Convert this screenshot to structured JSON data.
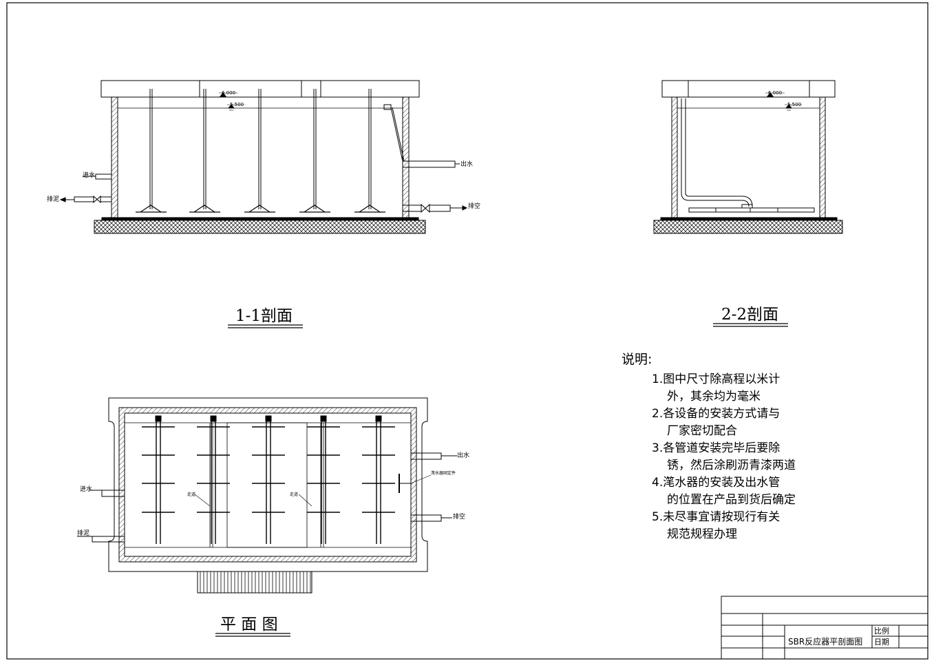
{
  "section_1_1": {
    "title": "1-1剖面",
    "elev_top": "6.000",
    "elev_water": "5.500",
    "label_inlet": "进水",
    "label_sludge": "排泥",
    "label_outlet": "出水",
    "label_drain": "排空"
  },
  "section_2_2": {
    "title": "2-2剖面",
    "elev_top": "6.000",
    "elev_water": "5.500"
  },
  "plan": {
    "title": "平 面 图",
    "label_inlet": "进水",
    "label_sludge": "排泥",
    "label_outlet": "出水",
    "label_drain": "排空",
    "label_walkway_1": "走道",
    "label_walkway_2": "走道",
    "label_decanter_fix": "滗水器固定件"
  },
  "notes": {
    "heading": "说明:",
    "items": [
      {
        "first": "1.图中尺寸除高程以米计",
        "second": "外，其余均为毫米"
      },
      {
        "first": "2.各设备的安装方式请与",
        "second": "厂家密切配合"
      },
      {
        "first": "3.各管道安装完毕后要除",
        "second": "锈，然后涂刷沥青漆两道"
      },
      {
        "first": "4.滗水器的安装及出水管",
        "second": "的位置在产品到货后确定"
      },
      {
        "first": "5.未尽事宜请按现行有关",
        "second": "规范规程办理"
      }
    ]
  },
  "title_block": {
    "drawing_name": "SBR反应器平剖面图",
    "scale_label": "比例",
    "date_label": "日期"
  }
}
